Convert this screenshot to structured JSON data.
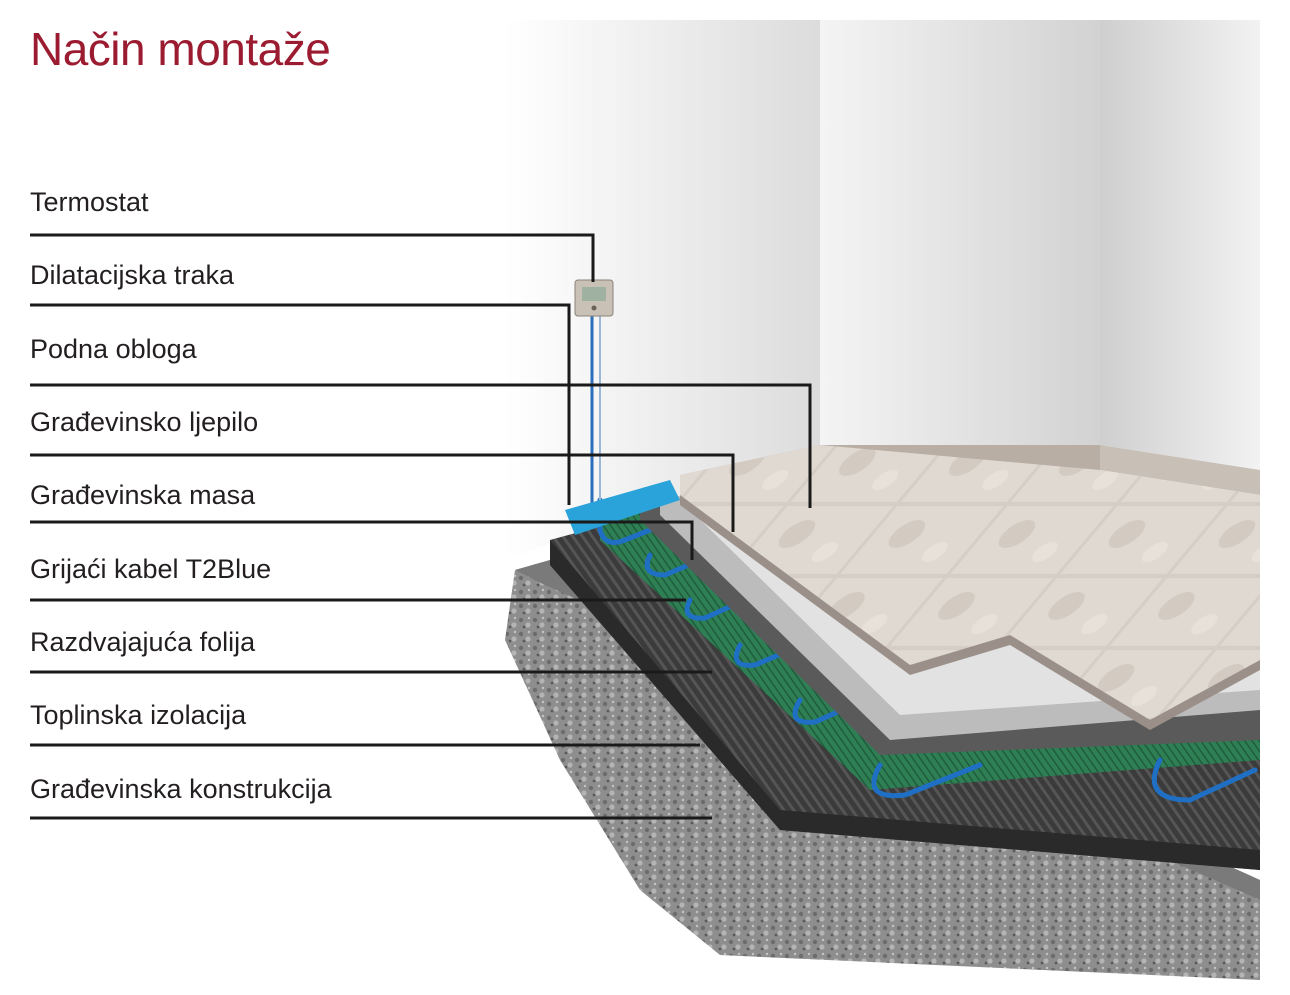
{
  "title": "Način montaže",
  "colors": {
    "title": "#9b1b30",
    "label_text": "#231f20",
    "leader_line": "#1a1a1a",
    "heating_cable": "#1f6fc4",
    "heating_mat": "#2e7a52",
    "insulation": "#4a4a4a",
    "concrete": "#9a9a9a",
    "tile": "#d8d0c8",
    "wall": "#e6e6e6",
    "dilatation_tape": "#29a3d9"
  },
  "layers": [
    {
      "id": "termostat",
      "label": "Termostat"
    },
    {
      "id": "dilatacijska-traka",
      "label": "Dilatacijska traka"
    },
    {
      "id": "podna-obloga",
      "label": "Podna obloga"
    },
    {
      "id": "gradjevinsko-ljepilo",
      "label": "Građevinsko ljepilo"
    },
    {
      "id": "gradjevinska-masa",
      "label": "Građevinska masa"
    },
    {
      "id": "grijaci-kabel",
      "label": "Grijaći kabel T2Blue"
    },
    {
      "id": "razdvajajuca-folija",
      "label": "Razdvajajuća folija"
    },
    {
      "id": "toplinska-izolacija",
      "label": "Toplinska izolacija"
    },
    {
      "id": "gradjevinska-konstrukcija",
      "label": "Građevinska konstrukcija"
    }
  ]
}
